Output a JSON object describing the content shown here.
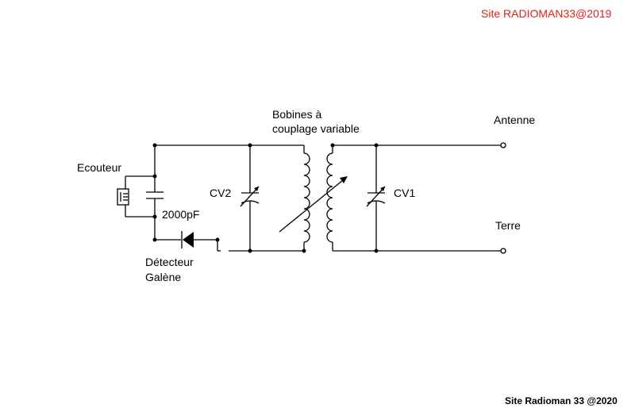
{
  "watermark_top": "Site RADIOMAN33@2019",
  "watermark_bottom": "Site Radioman 33 @2020",
  "labels": {
    "antenna": "Antenne",
    "ground": "Terre",
    "coils_line1": "Bobines à",
    "coils_line2": "couplage variable",
    "earphone": "Ecouteur",
    "capacitor_value": "2000pF",
    "cv2": "CV2",
    "cv1": "CV1",
    "detector_line1": "Détecteur",
    "detector_line2": "Galène"
  },
  "colors": {
    "watermark_top": "#e02020",
    "wire": "#000000"
  }
}
